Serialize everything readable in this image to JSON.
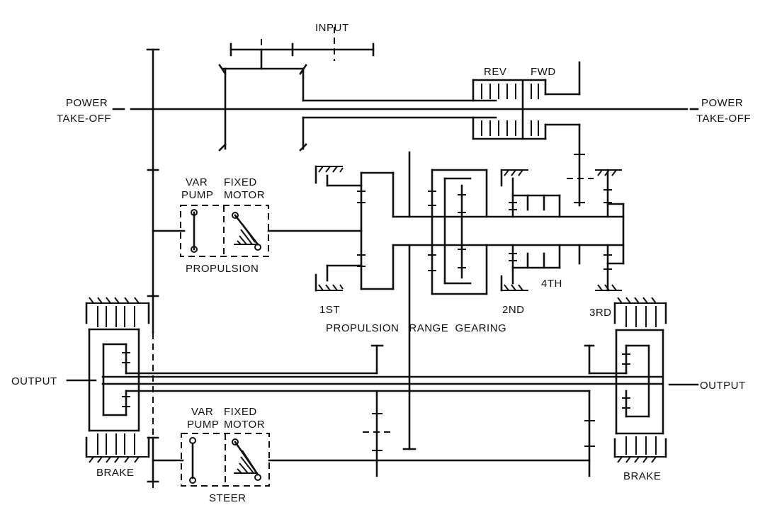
{
  "labels": {
    "input": "INPUT",
    "pto_left_1": "POWER",
    "pto_left_2": "TAKE-OFF",
    "pto_right_1": "POWER",
    "pto_right_2": "TAKE-OFF",
    "rev": "REV",
    "fwd": "FWD",
    "var_pump_top_1": "VAR",
    "var_pump_top_2": "PUMP",
    "fixed_motor_top_1": "FIXED",
    "fixed_motor_top_2": "MOTOR",
    "propulsion_unit": "PROPULSION",
    "first": "1ST",
    "second": "2ND",
    "third": "3RD",
    "fourth": "4TH",
    "range_gearing": "PROPULSION   RANGE  GEARING",
    "output_left": "OUTPUT",
    "output_right": "OUTPUT",
    "var_pump_bot_1": "VAR",
    "var_pump_bot_2": "PUMP",
    "fixed_motor_bot_1": "FIXED",
    "fixed_motor_bot_2": "MOTOR",
    "steer_unit": "STEER",
    "brake_left": "BRAKE",
    "brake_right": "BRAKE"
  }
}
